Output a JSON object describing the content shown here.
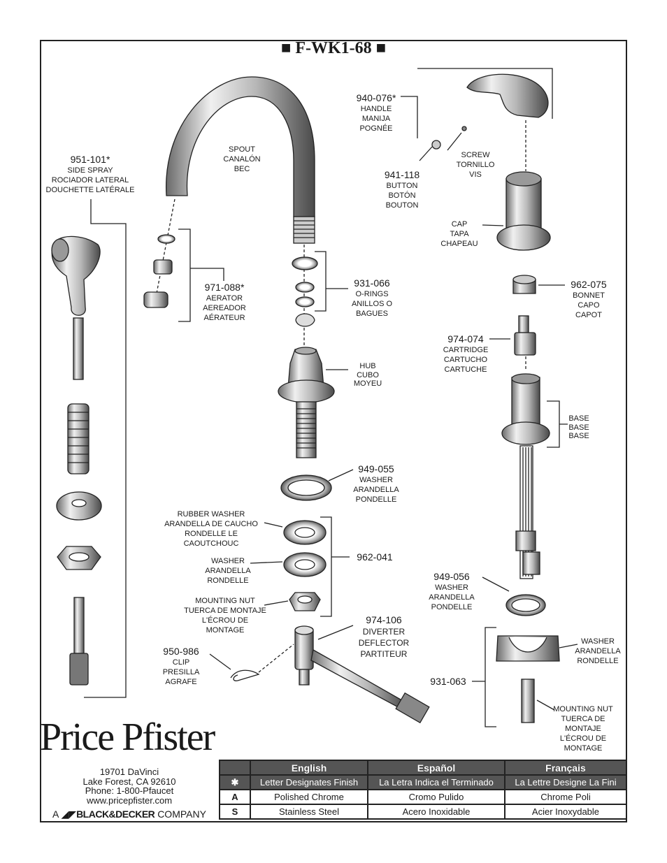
{
  "title": "■ F-WK1-68 ■",
  "parts": {
    "handle": {
      "num": "940-076*",
      "l1": "HANDLE",
      "l2": "MANIJA",
      "l3": "POGNÉE"
    },
    "screw": {
      "l1": "SCREW",
      "l2": "TORNILLO",
      "l3": "VIS"
    },
    "button": {
      "num": "941-118",
      "l1": "BUTTON",
      "l2": "BOTÓN",
      "l3": "BOUTON"
    },
    "cap": {
      "l1": "CAP",
      "l2": "TAPA",
      "l3": "CHAPEAU"
    },
    "bonnet": {
      "num": "962-075",
      "l1": "BONNET",
      "l2": "CAPO",
      "l3": "CAPOT"
    },
    "cartridge": {
      "num": "974-074",
      "l1": "CARTRIDGE",
      "l2": "CARTUCHO",
      "l3": "CARTUCHE"
    },
    "base": {
      "l1": "BASE",
      "l2": "BASE",
      "l3": "BASE"
    },
    "washer2": {
      "num": "949-056",
      "l1": "WASHER",
      "l2": "ARANDELLA",
      "l3": "PONDELLE"
    },
    "washer3": {
      "l1": "WASHER",
      "l2": "ARANDELLA",
      "l3": "RONDELLE"
    },
    "mountnut2": {
      "num": "931-063",
      "l1": "MOUNTING NUT",
      "l2": "TUERCA DE MONTAJE",
      "l3": "L'ÉCROU DE MONTAGE"
    },
    "spout": {
      "l1": "SPOUT",
      "l2": "CANALÓN",
      "l3": "BEC"
    },
    "sidespray": {
      "num": "951-101*",
      "l1": "SIDE SPRAY",
      "l2": "ROCIADOR LATERAL",
      "l3": "DOUCHETTE LATÉRALE"
    },
    "aerator": {
      "num": "971-088*",
      "l1": "AERATOR",
      "l2": "AEREADOR",
      "l3": "AÉRATEUR"
    },
    "orings": {
      "num": "931-066",
      "l1": "O-RINGS",
      "l2": "ANILLOS O",
      "l3": "BAGUES"
    },
    "hub": {
      "l1": "HUB",
      "l2": "CUBO",
      "l3": "MOYEU"
    },
    "washer1": {
      "num": "949-055",
      "l1": "WASHER",
      "l2": "ARANDELLA",
      "l3": "PONDELLE"
    },
    "rubberwasher": {
      "l1": "RUBBER WASHER",
      "l2": "ARANDELLA DE CAUCHO",
      "l3": "RONDELLE LE CAOUTCHOUC"
    },
    "washer4": {
      "l1": "WASHER",
      "l2": "ARANDELLA",
      "l3": "RONDELLE"
    },
    "mountnut1": {
      "l1": "MOUNTING NUT",
      "l2": "TUERCA DE MONTAJE",
      "l3": "L'ÉCROU DE MONTAGE"
    },
    "group": {
      "num": "962-041"
    },
    "diverter": {
      "num": "974-106",
      "l1": "DIVERTER",
      "l2": "DEFLECTOR",
      "l3": "PARTITEUR"
    },
    "clip": {
      "num": "950-986",
      "l1": "CLIP",
      "l2": "PRESILLA",
      "l3": "AGRAFE"
    }
  },
  "brand": {
    "logo": "Price Pfister",
    "address1": "19701 DaVinci",
    "address2": "Lake Forest, CA 92610",
    "phone": "Phone: 1-800-Pfaucet",
    "web": "www.pricepfister.com",
    "company_a": "A",
    "company_name": "BLACK&DECKER",
    "company_b": "COMPANY"
  },
  "finish_table": {
    "headers": [
      "",
      "English",
      "Español",
      "Français"
    ],
    "rows": [
      {
        "code": "✱",
        "en": "Letter Designates Finish",
        "es": "La Letra Indica el Terminado",
        "fr": "La Lettre Designe La Fini"
      },
      {
        "code": "A",
        "en": "Polished Chrome",
        "es": "Cromo Pulido",
        "fr": "Chrome Poli"
      },
      {
        "code": "S",
        "en": "Stainless Steel",
        "es": "Acero Inoxidable",
        "fr": "Acier Inoxydable"
      }
    ]
  }
}
